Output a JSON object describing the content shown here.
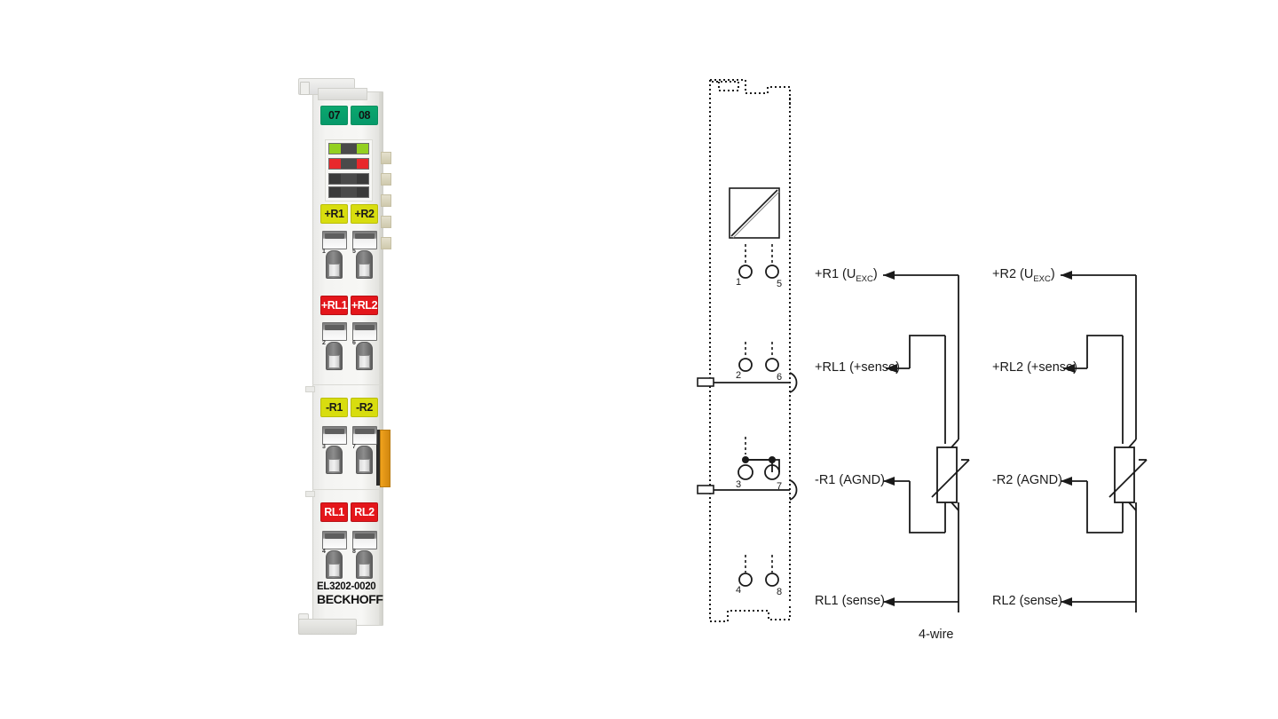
{
  "product": {
    "model": "EL3202-0020",
    "brand": "BECKHOFF",
    "top_labels": [
      "07",
      "08"
    ],
    "colors": {
      "green_chip": "#0aa76e",
      "yellow_chip": "#d8dd0f",
      "red_chip": "#e4161b",
      "orange_lever": "#f0a21d",
      "led_green": "#93d021",
      "led_red": "#e8282c",
      "housing": "#f4f4f2"
    },
    "terminal_rows": [
      {
        "left_label": "+R1",
        "right_label": "+R2",
        "style": "yellow",
        "left_pin": "1",
        "right_pin": "5"
      },
      {
        "left_label": "+RL1",
        "right_label": "+RL2",
        "style": "red",
        "left_pin": "2",
        "right_pin": "6"
      },
      {
        "left_label": "-R1",
        "right_label": "-R2",
        "style": "yellow",
        "left_pin": "3",
        "right_pin": "7"
      },
      {
        "left_label": "RL1",
        "right_label": "RL2",
        "style": "red",
        "left_pin": "4",
        "right_pin": "8"
      }
    ]
  },
  "schematic": {
    "caption": "4-wire",
    "pin_numbers": [
      "1",
      "5",
      "2",
      "6",
      "3",
      "7",
      "4",
      "8"
    ],
    "channel1_labels": [
      {
        "text": "+R1 (U",
        "sub": "EXC",
        "tail": ")"
      },
      {
        "text": "+RL1 (+sense)",
        "sub": "",
        "tail": ""
      },
      {
        "text": "-R1 (AGND)",
        "sub": "",
        "tail": ""
      },
      {
        "text": "RL1 (sense)",
        "sub": "",
        "tail": ""
      }
    ],
    "channel2_labels": [
      {
        "text": "+R2 (U",
        "sub": "EXC",
        "tail": ")"
      },
      {
        "text": "+RL2 (+sense)",
        "sub": "",
        "tail": ""
      },
      {
        "text": "-R2 (AGND)",
        "sub": "",
        "tail": ""
      },
      {
        "text": "RL2 (sense)",
        "sub": "",
        "tail": ""
      }
    ],
    "label_ch1_1": "+R1 (U",
    "label_ch1_1sub": "EXC",
    "label_ch1_1end": ")",
    "label_ch1_2": "+RL1 (+sense)",
    "label_ch1_3": "-R1 (AGND)",
    "label_ch1_4": "RL1 (sense)",
    "label_ch2_1": "+R2 (U",
    "label_ch2_1sub": "EXC",
    "label_ch2_1end": ")",
    "label_ch2_2": "+RL2 (+sense)",
    "label_ch2_3": "-R2 (AGND)",
    "label_ch2_4": "RL2 (sense)",
    "sensor_symbol": "rtd-resistor"
  }
}
